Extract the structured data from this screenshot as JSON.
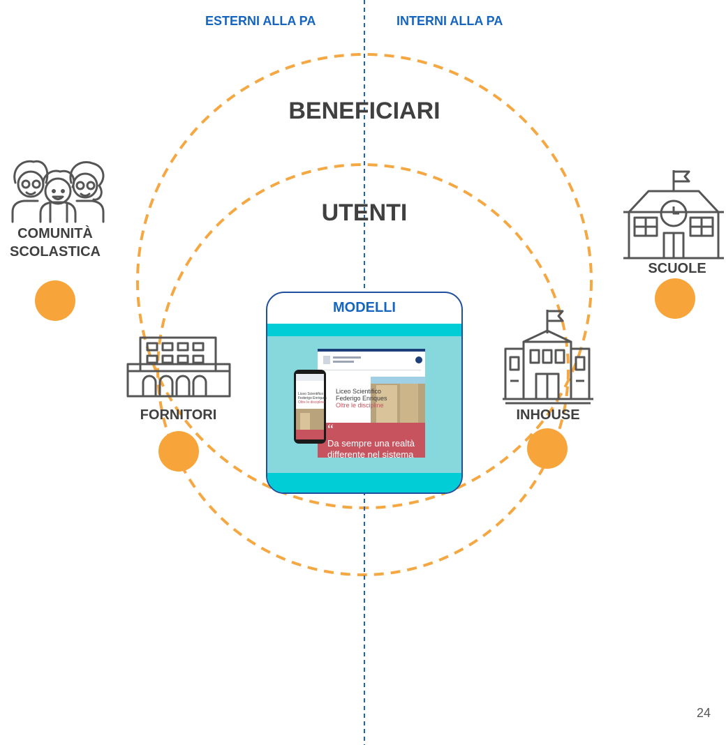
{
  "headers": {
    "left": "ESTERNI ALLA PA",
    "right": "INTERNI ALLA PA"
  },
  "rings": {
    "outer": "BENEFICIARI",
    "inner": "UTENTI"
  },
  "actors": {
    "comunita": [
      "COMUNITÀ",
      "SCOLASTICA"
    ],
    "scuole": "SCUOLE",
    "fornitori": "FORNITORI",
    "inhouse": "INHOUSE"
  },
  "center": {
    "title": "MODELLI",
    "mockup_text": {
      "desktop_heading": [
        "Liceo Scientifico",
        "Federigo Enriques",
        "Oltre le discipline"
      ],
      "mobile_heading": [
        "Liceo Scientifico",
        "Federigo Enriques",
        "Oltre le discipline"
      ],
      "banner": [
        "Da sempre una realtà",
        "differente nel sistema"
      ]
    }
  },
  "page_number": "24",
  "colors": {
    "dash": "#f5a742",
    "dot": "#f7a53b",
    "divider": "#1e63c4",
    "header_text": "#1565c0",
    "label_text": "#404040",
    "card_border": "#1f4e9c",
    "teal": "#00cfd8",
    "mockup_red": "#c6535e"
  },
  "icons": {
    "comunita": "family-icon",
    "scuole": "school-clock-icon",
    "fornitori": "office-building-icon",
    "inhouse": "government-building-icon"
  }
}
